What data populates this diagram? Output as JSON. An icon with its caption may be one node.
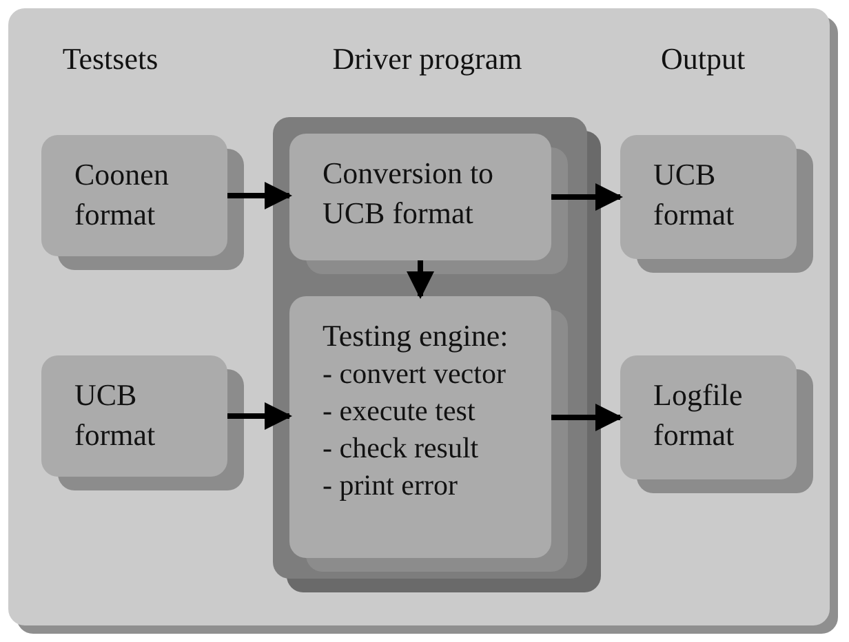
{
  "diagram": {
    "nodes": [
      {
        "text": [
          "Coonen format"
        ]
      },
      {
        "text": [],
        "shape": "box"
      },
      {
        "text": [
          "Conversion to UCB format"
        ],
        "in": 1
      },
      {
        "text": [
          "UCB format"
        ]
      },
      {
        "text": [
          "UCB format"
        ]
      },
      {
        "text": [
          "Testing engine:",
          "- convert vector",
          "- execute test",
          "- check result",
          "- print error"
        ],
        "in": 1
      },
      {
        "text": [
          "Logfile format"
        ]
      }
    ],
    "edges": [
      {
        "from": 0,
        "to": 2,
        "arrow": "to"
      },
      {
        "from": 2,
        "to": 3,
        "arrow": "to"
      },
      {
        "from": 2,
        "to": 5,
        "arrow": "to"
      },
      {
        "from": 4,
        "to": 5,
        "arrow": "to"
      },
      {
        "from": 5,
        "to": 6,
        "arrow": "to"
      }
    ],
    "labels": [
      "Testsets",
      "Driver program",
      "Output"
    ]
  }
}
